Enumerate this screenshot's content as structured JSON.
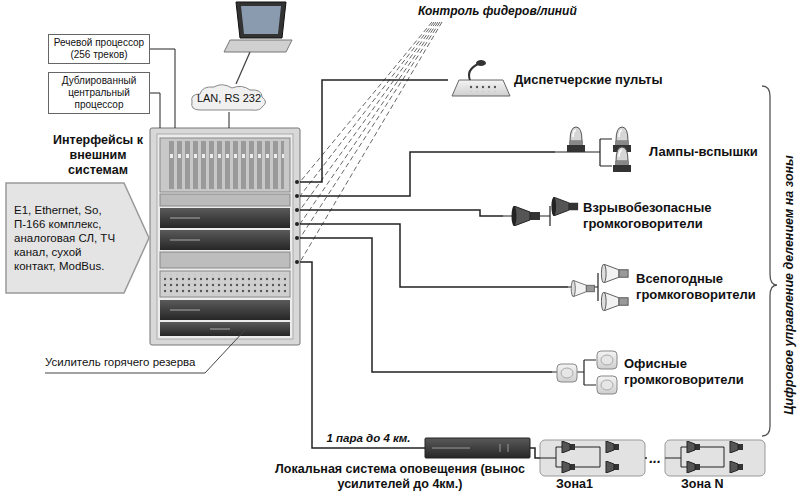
{
  "diagram": {
    "nodes": [
      {
        "text": [
          "LAN, RS 232"
        ]
      },
      {
        "text": [
          "Речевой процессор (256 треков)"
        ]
      },
      {
        "text": [
          "Дублированный центральный процессор"
        ]
      },
      {
        "text": [
          "Интерфейсы к внешним системам",
          "E1, Ethernet, So, П-166 комплекс, аналоговая СЛ, ТЧ канал, сухой контакт, ModBus."
        ]
      },
      {
        "text": [
          "Усилитель горячего резерва"
        ]
      },
      {
        "text": [
          "Диспетчерские пульты"
        ]
      },
      {
        "text": [
          "Лампы-вспышки"
        ]
      },
      {
        "text": [
          "Взрывобезопасные громкоговорители"
        ]
      },
      {
        "text": [
          "Всепогодные громкоговорители"
        ]
      },
      {
        "text": [
          "Офисные громкоговорители"
        ]
      },
      {
        "text": [
          "Локальная система оповещения (вынос усилителей до 4км.)"
        ]
      },
      {
        "text": [
          "Зона1"
        ]
      },
      {
        "text": [
          "Зона N"
        ]
      }
    ],
    "edges": [
      {
        "from": 0,
        "to": 4,
        "arrow": "none"
      },
      {
        "from": 1,
        "to": 4,
        "arrow": "none"
      },
      {
        "from": 2,
        "to": 4,
        "arrow": "none"
      },
      {
        "from": 4,
        "to": 5,
        "arrow": "none"
      },
      {
        "from": 4,
        "to": 6,
        "arrow": "none"
      },
      {
        "from": 4,
        "to": 7,
        "arrow": "none"
      },
      {
        "from": 4,
        "to": 8,
        "arrow": "none"
      },
      {
        "from": 4,
        "to": 9,
        "arrow": "none"
      },
      {
        "from": 4,
        "to": 10,
        "label": "1 пара до 4 км.",
        "arrow": "none"
      },
      {
        "from": 10,
        "to": 11,
        "arrow": "none"
      },
      {
        "from": 11,
        "to": 12,
        "label": "...",
        "arrow": "none"
      }
    ],
    "labels": [
      "Контроль фидеров/линий",
      "Цифровое управление делением на зоны"
    ]
  }
}
